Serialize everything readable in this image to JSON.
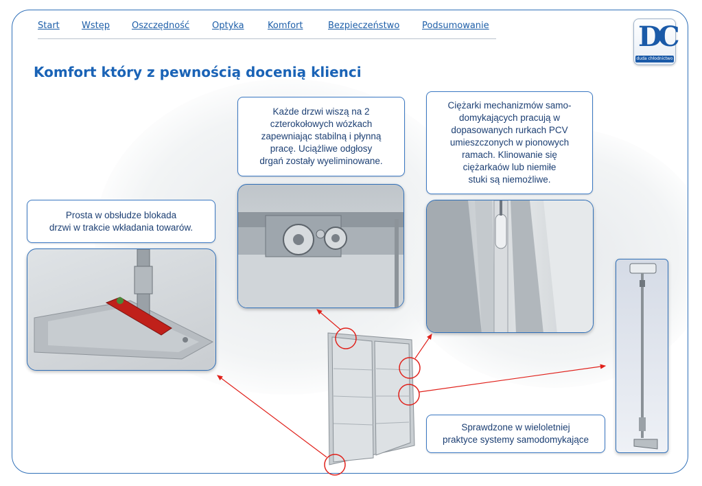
{
  "nav": {
    "items": [
      "Start",
      "Wstęp",
      "Oszczędność",
      "Optyka",
      "Komfort",
      "Bezpieczeństwo",
      "Podsumowanie"
    ]
  },
  "page": {
    "title": "Komfort który z pewnością docenią klienci"
  },
  "logo": {
    "letters": "DC",
    "tagline": "duda chłodnictwo"
  },
  "callouts": {
    "blokada": "Prosta w obsłudze blokada\ndrzwi w trakcie wkładania towarów.",
    "wozki": "Każde drzwi wiszą na 2\nczterokołowych wózkach\nzapewniając stabilną i płynną\npracę. Uciążliwe odgłosy\ndrgań  zostały wyeliminowane.",
    "ciezarki": "Ciężarki mechanizmów samo-\ndomykających pracują w\ndopasowanych rurkach PCV\numieszczonych w pionowych\nramach. Klinowanie się\nciężarkaów lub niemiłe\nstuki są niemożliwe.",
    "systemy": "Sprawdzone w wieloletniej\npraktyce systemy samodomykające"
  },
  "colors": {
    "accent": "#1a63b6",
    "border": "#2f6fb8",
    "arrow": "#e0201a"
  }
}
